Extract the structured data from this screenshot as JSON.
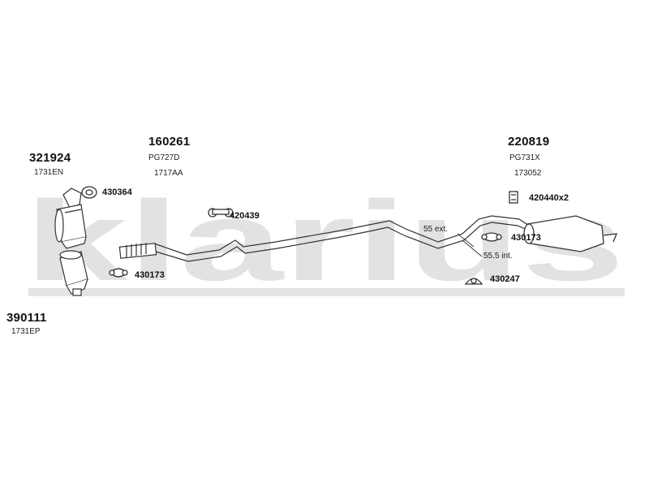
{
  "watermark": {
    "text": "klarius"
  },
  "parts": {
    "p321924": {
      "number": "321924",
      "code": "1731EN"
    },
    "p160261": {
      "number": "160261",
      "code1": "PG727D",
      "code2": "1717AA"
    },
    "p220819": {
      "number": "220819",
      "code1": "PG731X",
      "code2": "173052"
    },
    "p390111": {
      "number": "390111",
      "code": "1731EP"
    }
  },
  "refs": {
    "r430364": "430364",
    "r420439": "420439",
    "r430173_left": "430173",
    "r420440": "420440x2",
    "r430173_right": "430173",
    "r430247": "430247"
  },
  "notes": {
    "ext": "55 ext.",
    "int": "55.5 int."
  },
  "colors": {
    "watermark": "#e2e2e2",
    "line": "#333333"
  }
}
